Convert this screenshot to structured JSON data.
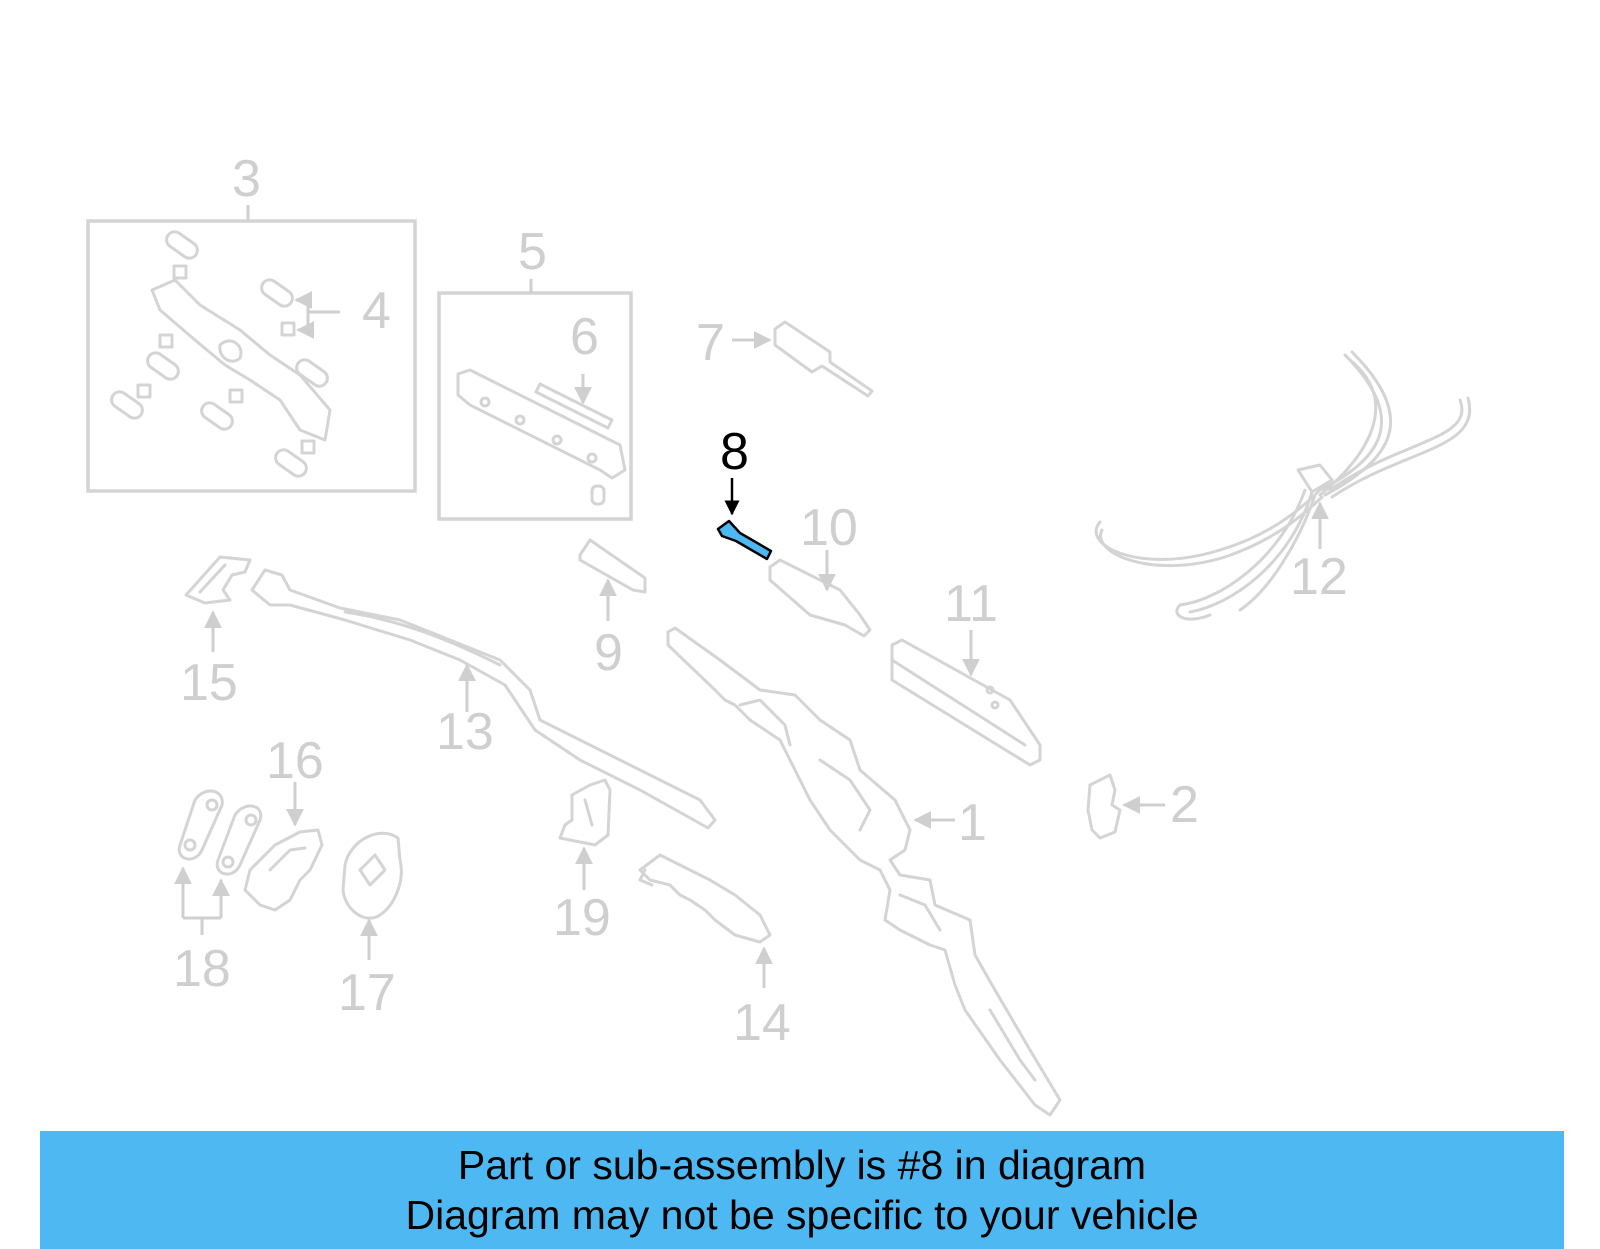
{
  "diagram": {
    "highlighted_part": "8",
    "highlight_color": "#4db8f2",
    "callouts": [
      "1",
      "2",
      "3",
      "4",
      "5",
      "6",
      "7",
      "8",
      "9",
      "10",
      "11",
      "12",
      "13",
      "14",
      "15",
      "16",
      "17",
      "18",
      "19"
    ]
  },
  "banner": {
    "line1": "Part or sub-assembly is #8 in diagram",
    "line2": "Diagram may not be specific to your vehicle",
    "background": "#4db8f2"
  }
}
